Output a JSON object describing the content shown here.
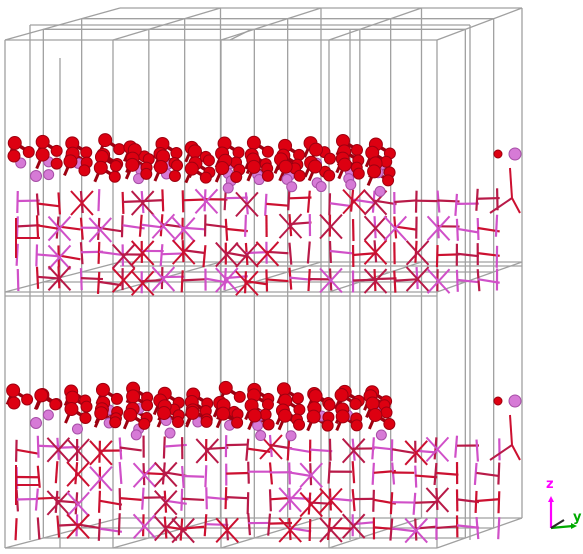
{
  "view": {
    "background": "#ffffff",
    "cell_edge_color": "#a0a0a0",
    "slabs": 2,
    "repeats_a": 4,
    "repeats_b": 3
  },
  "atoms": {
    "oxygen_color": "#dd0011",
    "oxygen_dark": "#9e0010",
    "cation_color": "#d67ad6",
    "cation_dark": "#a64ea6",
    "bond_colors": [
      "#cc1030",
      "#d050c8",
      "#b81a48"
    ]
  },
  "axes": {
    "z_label": "z",
    "y_label": "y",
    "z_color": "#ff00ff",
    "y_color": "#00aa00",
    "x_color": "#2a2a2a"
  }
}
